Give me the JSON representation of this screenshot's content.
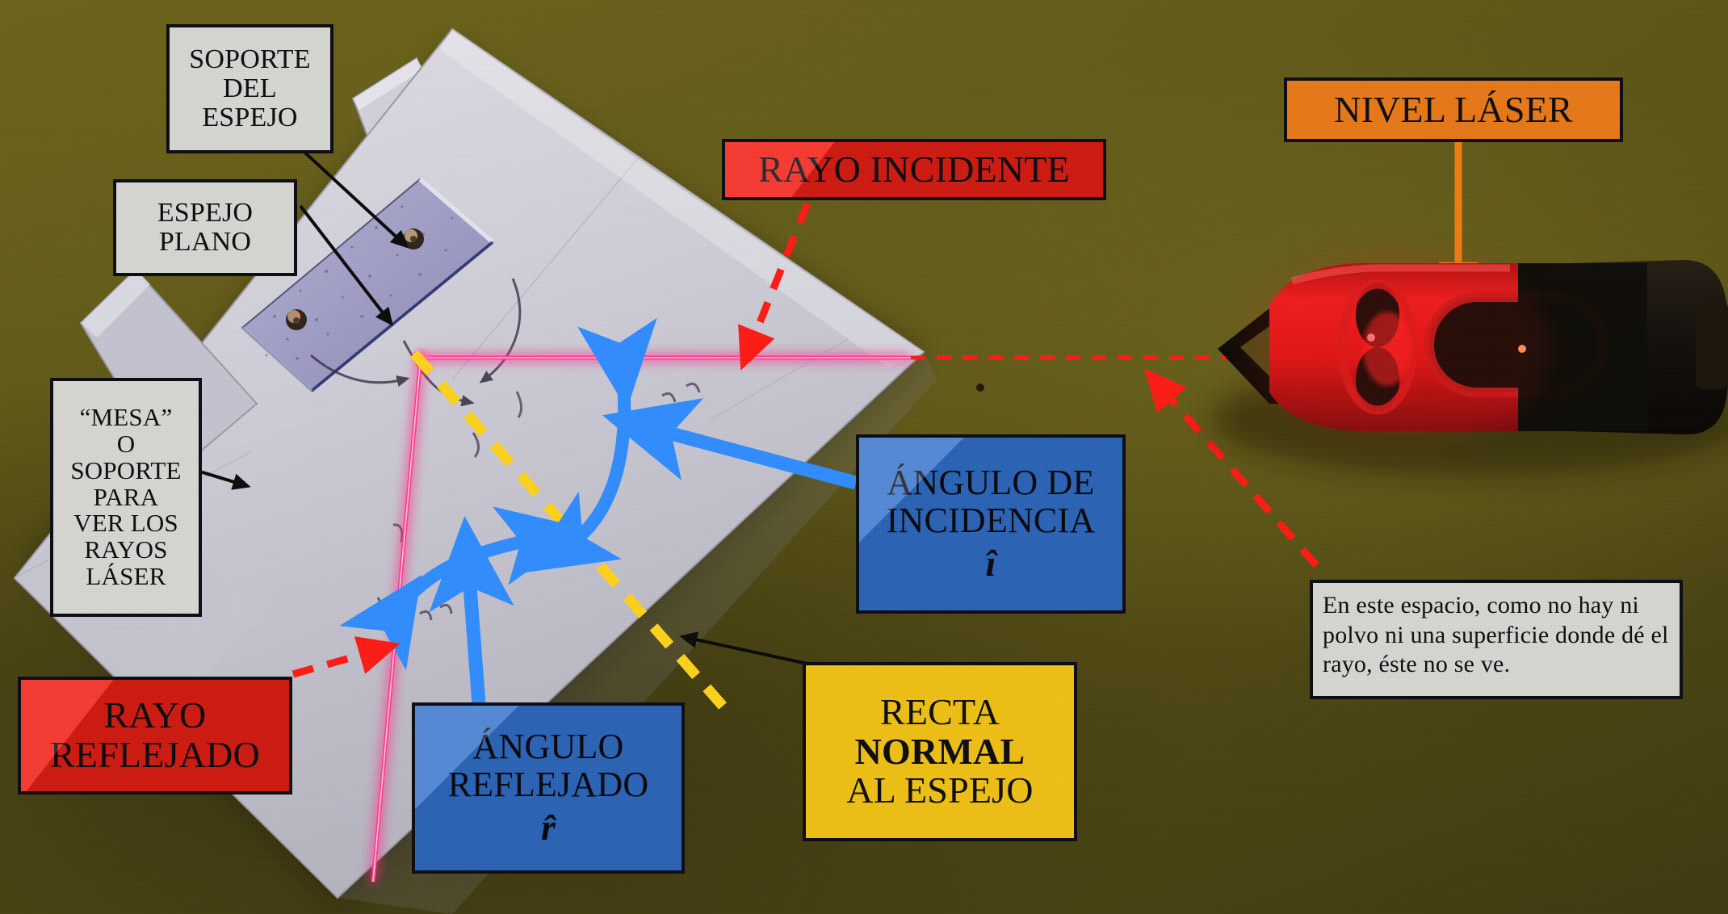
{
  "scene": {
    "description": "Fotografia de montaje de laboratorio de optica: ley de reflexion con nivel laser y espejo plano",
    "background_color": "#5a5318",
    "board_color": "#cdccd6",
    "mirror_color": "#a9a7c8",
    "laser_line_color": "#ff2d8a",
    "dashed_ray_color": "#ff1a12",
    "normal_line_color": "#ffd21a",
    "angle_arrow_color": "#2f8cff",
    "laser_body_color": "#e01818",
    "laser_grip_color": "#120f0a"
  },
  "labels": {
    "soporte_espejo": {
      "lines": [
        "SOPORTE",
        "DEL",
        "ESPEJO"
      ],
      "color": "#d7d7d2"
    },
    "espejo_plano": {
      "lines": [
        "ESPEJO",
        "PLANO"
      ],
      "color": "#d7d7d2"
    },
    "mesa_soporte": {
      "lines": [
        "“MESA”",
        "O",
        "SOPORTE",
        "PARA",
        "VER LOS",
        "RAYOS",
        "LÁSER"
      ],
      "color": "#d7d7d2"
    },
    "rayo_incidente": {
      "lines": [
        "RAYO INCIDENTE"
      ],
      "color": "#f61d12"
    },
    "rayo_reflejado": {
      "lines": [
        "RAYO",
        "REFLEJADO"
      ],
      "color": "#f61d12"
    },
    "nivel_laser": {
      "lines": [
        "NIVEL LÁSER"
      ],
      "color": "#e87816"
    },
    "angulo_incidencia": {
      "lines": [
        "ÁNGULO DE",
        "INCIDENCIA"
      ],
      "symbol": "î",
      "color": "#2f6fcd"
    },
    "angulo_reflejado": {
      "lines": [
        "ÁNGULO",
        "REFLEJADO"
      ],
      "symbol": "r̂",
      "color": "#2f6fcd"
    },
    "recta_normal": {
      "line1": "RECTA",
      "line2_bold": "NORMAL",
      "line3": "AL ESPEJO",
      "color": "#efc013"
    },
    "nota_espacio": {
      "text": "En este espacio, como no hay ni polvo ni una superficie donde dé el rayo, éste no se ve.",
      "color": "#d7d7d2"
    }
  },
  "annotations": {
    "leader_lines": "lineas negras finas desde las etiquetas grises hacia los objetos",
    "dashed_arrows": "flechas rojas discontinuas que indican el rayo incidente y el rayo reflejado",
    "blue_arcs": "arcos azules de doble punta que marcan el angulo de incidencia y el angulo de reflexion",
    "yellow_dashed": "linea discontinua amarilla = recta normal al espejo"
  }
}
